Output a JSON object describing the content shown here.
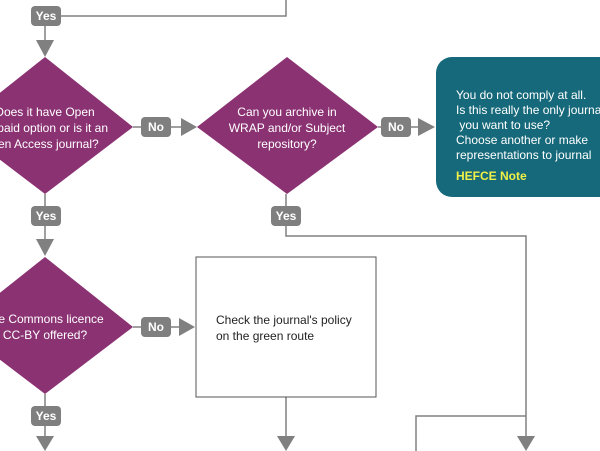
{
  "colors": {
    "diamond": "#8b3273",
    "teal": "#16697a",
    "badge": "#7f7f7f",
    "line": "#808080",
    "note": "#f0f046"
  },
  "decisions": {
    "open_access": {
      "lines": [
        "Does it have Open",
        "ss paid option or is it an",
        "pen Access journal?"
      ]
    },
    "archive": {
      "lines": [
        "Can you archive in",
        "WRAP and/or Subject",
        "repository?"
      ]
    },
    "creative_commons": {
      "lines": [
        "tive Commons licence",
        "CC-BY offered?"
      ]
    }
  },
  "badges": {
    "yes_top": "Yes",
    "yes_open_access": "Yes",
    "no_open_access": "No",
    "yes_archive": "Yes",
    "no_archive": "No",
    "no_creative_commons": "No",
    "yes_creative_commons": "Yes"
  },
  "green_route_box": {
    "lines": [
      "Check the journal's policy",
      "on the green route"
    ]
  },
  "no_comply_box": {
    "lines": [
      "You do not comply at all.",
      "Is this really the only journal",
      " you want to use?",
      "Choose another or make",
      "representations to journal"
    ],
    "note": "HEFCE Note"
  }
}
